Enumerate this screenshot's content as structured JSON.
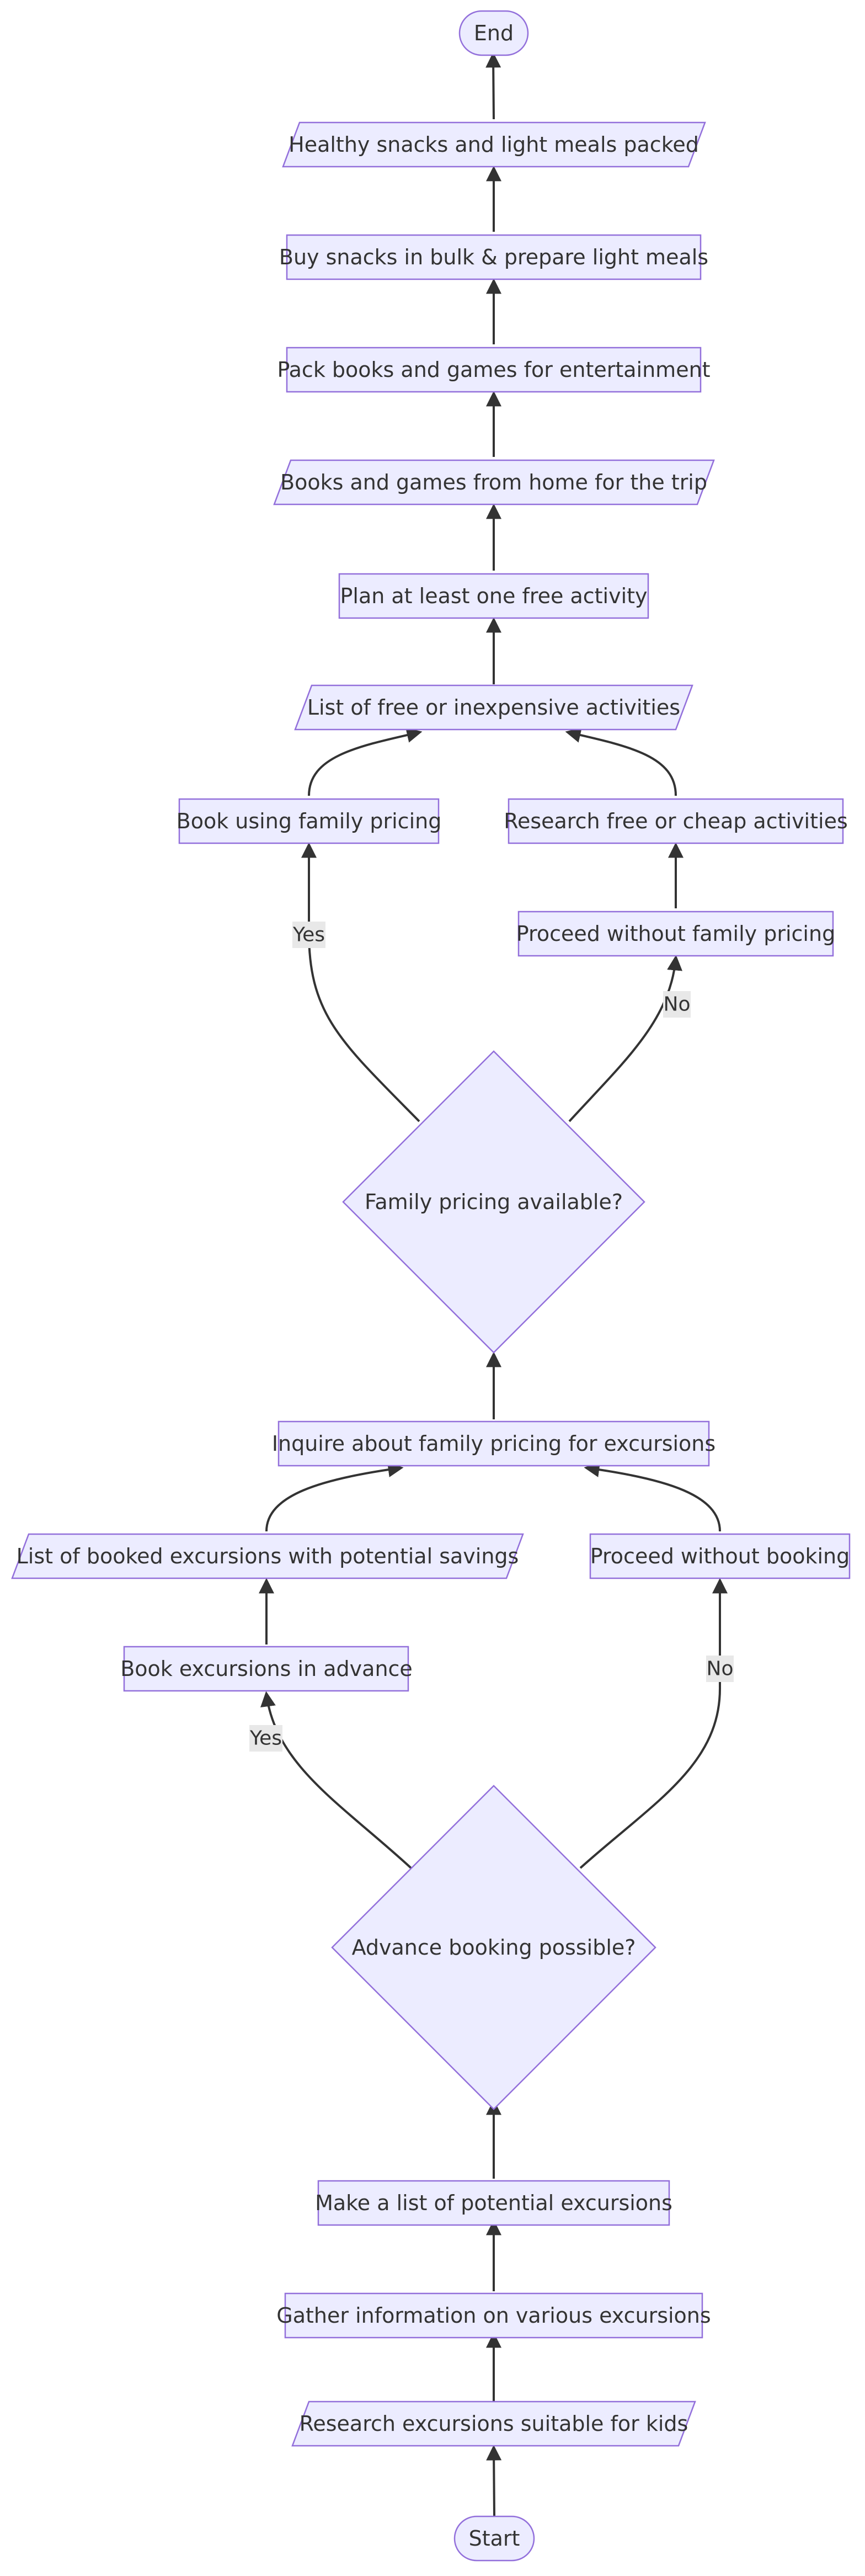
{
  "diagram": {
    "style": {
      "fill": "#ECECFF",
      "stroke": "#9370DB",
      "edge": "#333333",
      "label_bg": "#E8E8E8",
      "text": "#333333"
    },
    "nodes": {
      "end": "End",
      "healthy_snacks": "Healthy snacks and light meals packed",
      "buy_snacks": "Buy snacks in bulk & prepare light meals",
      "pack_books": "Pack books and games for entertainment",
      "books_games_home": "Books and games from home for the trip",
      "plan_free_activity": "Plan at least one free activity",
      "list_free_activities": "List of free or inexpensive activities",
      "book_family_pricing": "Book using family pricing",
      "research_free": "Research free or cheap activities",
      "proceed_no_family": "Proceed without family pricing",
      "family_pricing_available": "Family pricing available?",
      "inquire_family_pricing": "Inquire about family pricing for excursions",
      "list_booked_excursions": "List of booked excursions with potential savings",
      "proceed_no_booking": "Proceed without booking",
      "book_in_advance": "Book excursions in advance",
      "advance_booking_possible": "Advance booking possible?",
      "make_list": "Make a list of potential excursions",
      "gather_info": "Gather information on various excursions",
      "research_excursions": "Research excursions suitable for kids",
      "start": "Start"
    },
    "edge_labels": {
      "family_yes": "Yes",
      "family_no": "No",
      "advance_yes": "Yes",
      "advance_no": "No"
    }
  }
}
